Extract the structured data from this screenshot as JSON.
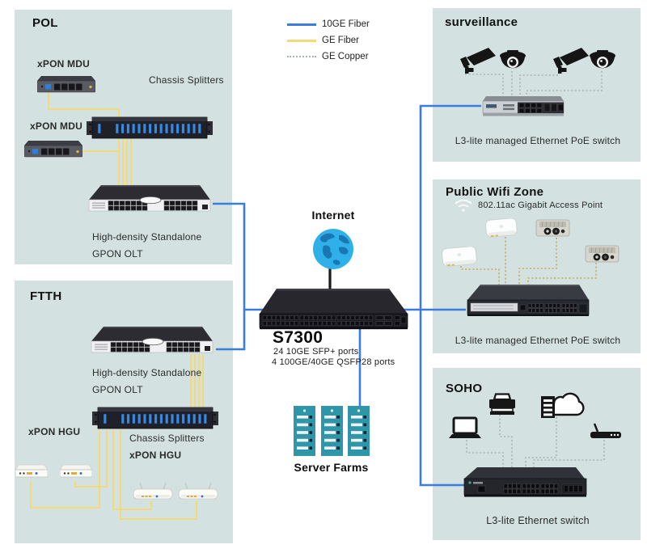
{
  "colors": {
    "panel_bg": "#d3e2e0",
    "fiber_10ge_blue": "#3b7ce0",
    "fiber_ge_yellow": "#f3d979",
    "copper_ge_gray": "#a9b3b1",
    "wifi_dotted_yellow": "#c9a85a",
    "server_teal": "#2e96a8",
    "globe_blue": "#2fb0e8"
  },
  "legend": {
    "items": [
      {
        "label": "10GE Fiber",
        "style": "solid",
        "color": "#3b7ce0"
      },
      {
        "label": "GE Fiber",
        "style": "solid",
        "color": "#f3d979"
      },
      {
        "label": "GE Copper",
        "style": "dotted",
        "color": "#a9b3b1"
      }
    ]
  },
  "pol": {
    "title": "POL",
    "mdu1_label": "xPON MDU",
    "mdu2_label": "xPON MDU",
    "splitters_label": "Chassis  Splitters",
    "olt_line1": "High-density Standalone",
    "olt_line2": "GPON OLT"
  },
  "ftth": {
    "title": "FTTH",
    "olt_line1": "High-density Standalone",
    "olt_line2": "GPON OLT",
    "hgu_left_label": "xPON HGU",
    "splitters_label": "Chassis  Splitters",
    "hgu_right_label": "xPON HGU"
  },
  "surveillance": {
    "title": "surveillance",
    "switch_label": "L3-lite managed Ethernet  PoE switch"
  },
  "wifi_zone": {
    "title": "Public Wifi Zone",
    "ap_label": "802.11ac Gigabit Access Point",
    "switch_label": "L3-lite managed Ethernet  PoE switch"
  },
  "soho": {
    "title": "SOHO",
    "switch_label": "L3-lite  Ethernet  switch"
  },
  "core": {
    "internet_label": "Internet",
    "switch_model": "S7300",
    "switch_spec1": "24 10GE SFP+ ports",
    "switch_spec2": "4 100GE/40GE QSFP28 ports",
    "server_farms_label": "Server Farms"
  }
}
